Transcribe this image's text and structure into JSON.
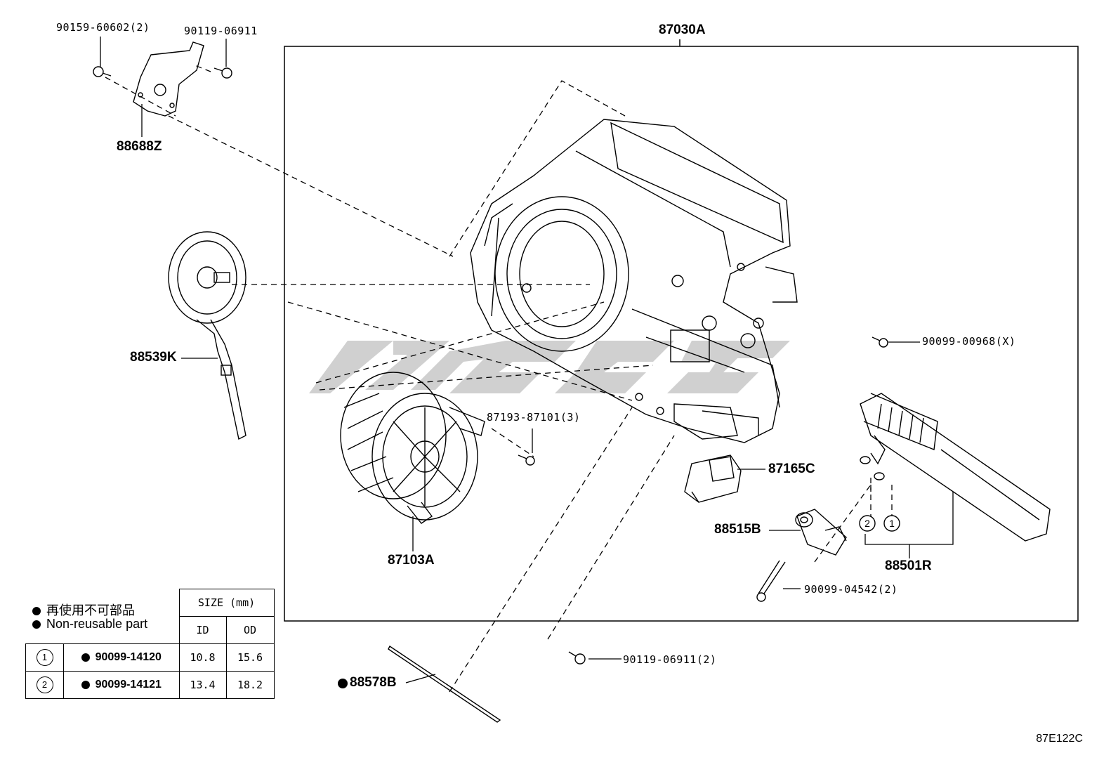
{
  "labels": {
    "assembly": "87030A",
    "bolt_top_left": "90159-60602(2)",
    "screw_top": "90119-06911",
    "bracket": "88688Z",
    "damper_servo": "88539K",
    "screw_right": "90099-00968(X)",
    "screw_blower": "87193-87101(3)",
    "blower": "87103A",
    "resistor": "87165C",
    "expansion_valve": "88515B",
    "evaporator": "88501R",
    "bolt_valve": "90099-04542(2)",
    "screw_bottom": "90119-06911(2)",
    "seal": "88578B",
    "oring_1": "1",
    "oring_2": "2"
  },
  "legend": {
    "jp": "再使用不可部品",
    "en": "Non-reusable part"
  },
  "table": {
    "size_header": "SIZE (mm)",
    "id_header": "ID",
    "od_header": "OD",
    "rows": [
      {
        "num": "1",
        "part": "90099-14120",
        "id": "10.8",
        "od": "15.6"
      },
      {
        "num": "2",
        "part": "90099-14121",
        "id": "13.4",
        "od": "18.2"
      }
    ]
  },
  "diagram_code": "87E122C",
  "watermark_color": "#c8c8c8"
}
